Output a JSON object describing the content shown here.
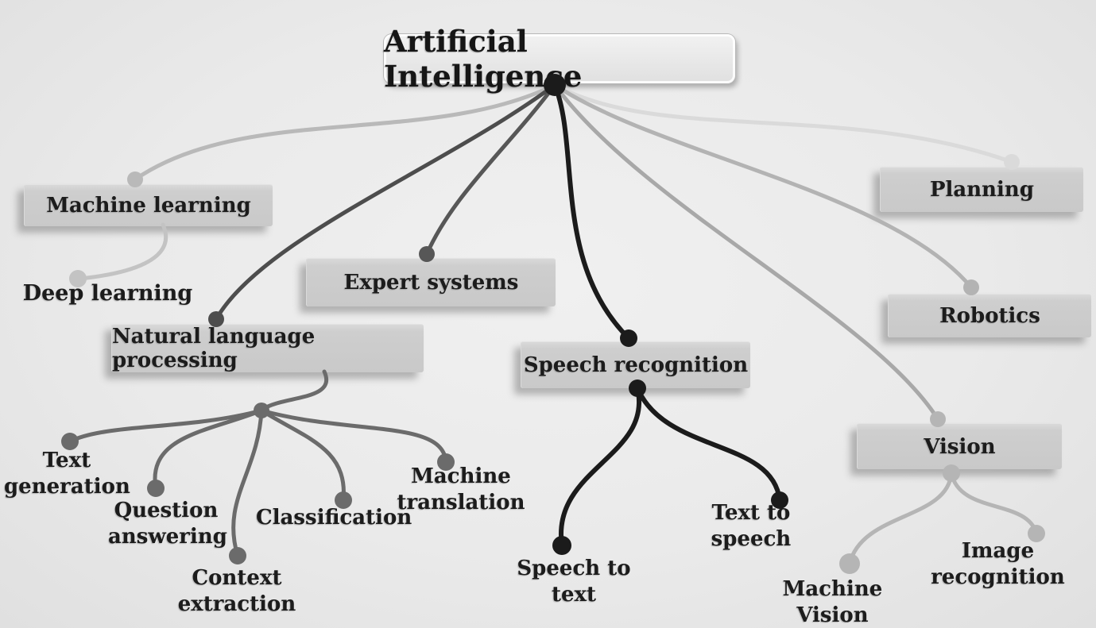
{
  "title": {
    "label": "Artificial Intelligence"
  },
  "nodes": {
    "machine_learning": {
      "label": "Machine learning"
    },
    "deep_learning": {
      "label": "Deep learning"
    },
    "expert_systems": {
      "label": "Expert systems"
    },
    "natural_language_processing": {
      "label": "Natural language processing"
    },
    "text_generation": {
      "label": "Text generation"
    },
    "question_answering": {
      "label": "Question answering"
    },
    "context_extraction": {
      "label": "Context extraction"
    },
    "classification": {
      "label": "Classification"
    },
    "machine_translation": {
      "label": "Machine translation"
    },
    "speech_recognition": {
      "label": "Speech recognition"
    },
    "speech_to_text": {
      "label": "Speech to text"
    },
    "text_to_speech": {
      "label": "Text to speech"
    },
    "planning": {
      "label": "Planning"
    },
    "robotics": {
      "label": "Robotics"
    },
    "vision": {
      "label": "Vision"
    },
    "machine_vision": {
      "label": "Machine Vision"
    },
    "image_recognition": {
      "label": "Image recognition"
    }
  },
  "edges": [
    {
      "from": "artificial_intelligence",
      "to": "machine_learning"
    },
    {
      "from": "artificial_intelligence",
      "to": "expert_systems"
    },
    {
      "from": "artificial_intelligence",
      "to": "natural_language_processing"
    },
    {
      "from": "artificial_intelligence",
      "to": "speech_recognition"
    },
    {
      "from": "artificial_intelligence",
      "to": "planning"
    },
    {
      "from": "artificial_intelligence",
      "to": "robotics"
    },
    {
      "from": "artificial_intelligence",
      "to": "vision"
    },
    {
      "from": "machine_learning",
      "to": "deep_learning"
    },
    {
      "from": "natural_language_processing",
      "to": "text_generation"
    },
    {
      "from": "natural_language_processing",
      "to": "question_answering"
    },
    {
      "from": "natural_language_processing",
      "to": "context_extraction"
    },
    {
      "from": "natural_language_processing",
      "to": "classification"
    },
    {
      "from": "natural_language_processing",
      "to": "machine_translation"
    },
    {
      "from": "speech_recognition",
      "to": "speech_to_text"
    },
    {
      "from": "speech_recognition",
      "to": "text_to_speech"
    },
    {
      "from": "vision",
      "to": "machine_vision"
    },
    {
      "from": "vision",
      "to": "image_recognition"
    }
  ],
  "colors": {
    "background": "#eaeaea",
    "box_fill": "#cccccc",
    "title_fill": "#e9e9e9",
    "text": "#1c1c1c",
    "branch_machine_learning": "#b9b9b9",
    "branch_deep_learning": "#c3c3c3",
    "branch_expert_systems": "#575757",
    "branch_nlp": "#4d4d4d",
    "branch_nlp_children": "#6b6b6b",
    "branch_speech": "#1b1b1b",
    "branch_planning": "#dadada",
    "branch_robotics": "#b3b3b3",
    "branch_vision": "#a8a8a8",
    "branch_vision_children": "#b5b5b5"
  }
}
